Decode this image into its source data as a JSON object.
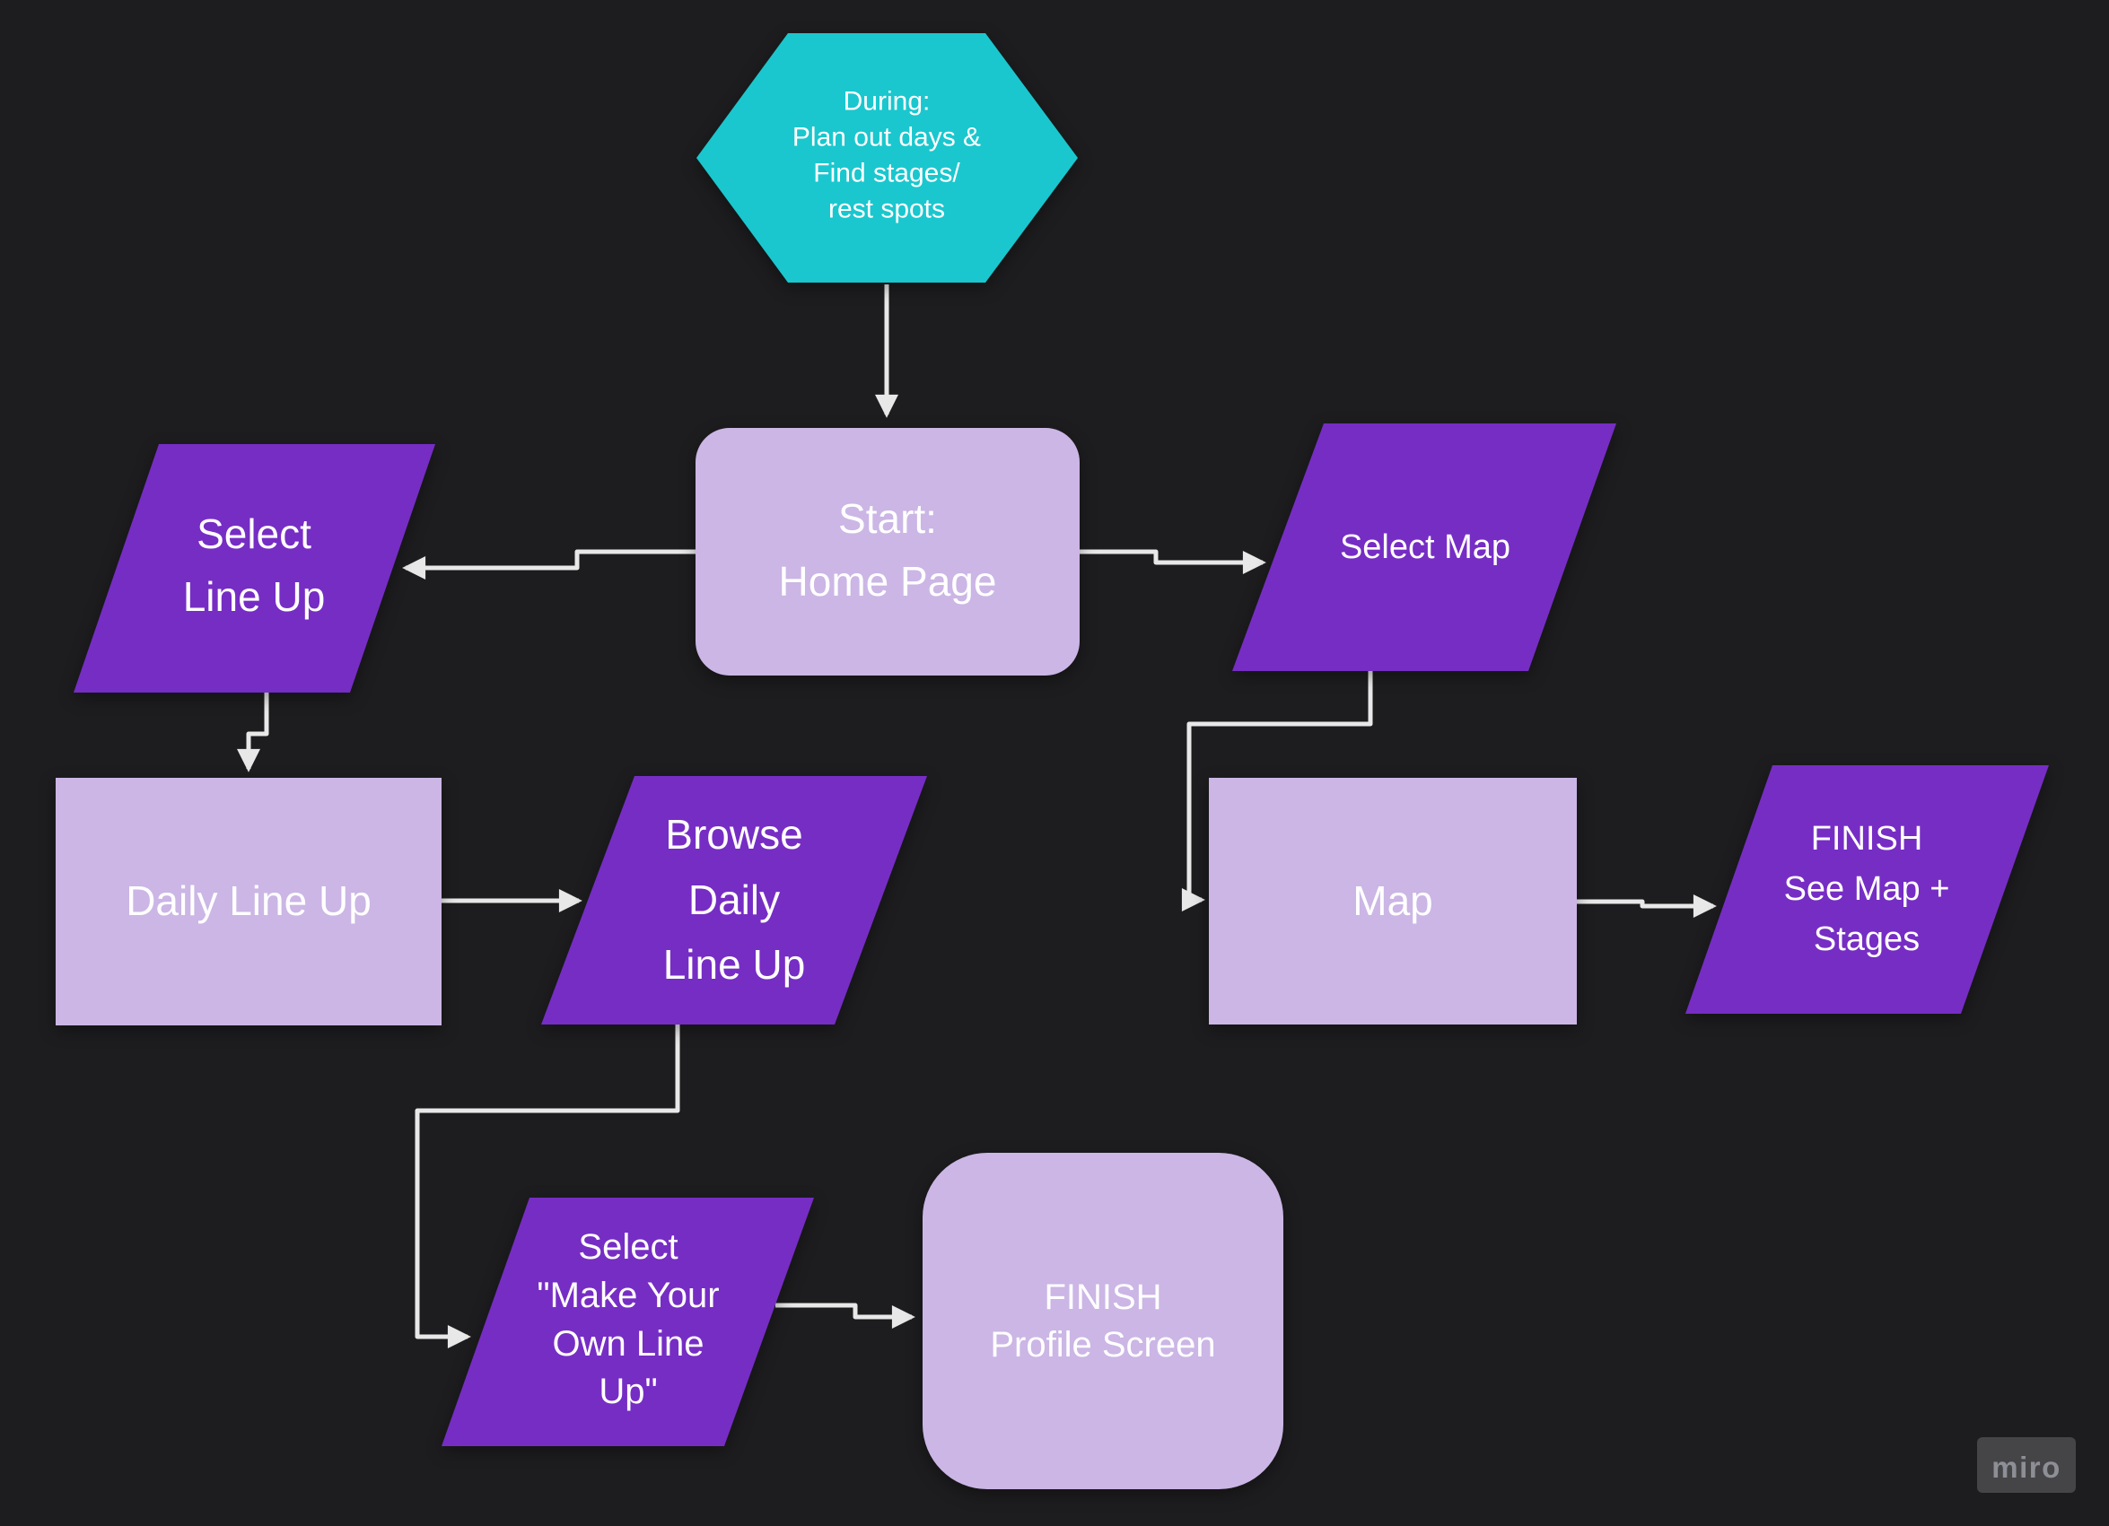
{
  "board": {
    "background": "#1D1D1F"
  },
  "colors": {
    "teal": "#1AC7CE",
    "purple": "#762DC4",
    "lavender": "#CBB6E5",
    "connector": "#E8E8E8",
    "text": "#FFFFFF",
    "watermark_bg": "#454548",
    "watermark_text": "#8E8E96"
  },
  "nodes": {
    "during": {
      "shape": "hexagon",
      "lines": [
        "During:",
        "Plan out days &",
        "Find stages/",
        "rest spots"
      ]
    },
    "start": {
      "shape": "rounded-rectangle",
      "lines": [
        "Start:",
        "Home Page"
      ]
    },
    "select_line_up": {
      "shape": "parallelogram",
      "lines": [
        "Select",
        "Line Up"
      ]
    },
    "select_map": {
      "shape": "parallelogram",
      "lines": [
        "Select Map"
      ]
    },
    "daily_line_up": {
      "shape": "rectangle",
      "lines": [
        "Daily Line Up"
      ]
    },
    "browse_daily_line_up": {
      "shape": "parallelogram",
      "lines": [
        "Browse",
        "Daily",
        "Line Up"
      ]
    },
    "map": {
      "shape": "rectangle",
      "lines": [
        "Map"
      ]
    },
    "finish_see_map_stages": {
      "shape": "parallelogram",
      "lines": [
        "FINISH",
        "See Map +",
        "Stages"
      ]
    },
    "select_make_your_own_line_up": {
      "shape": "parallelogram",
      "lines": [
        "Select",
        "\"Make Your",
        "Own Line",
        "Up\""
      ]
    },
    "finish_profile_screen": {
      "shape": "rounded-rectangle",
      "lines": [
        "FINISH",
        "Profile Screen"
      ]
    }
  },
  "edges": [
    {
      "from": "during",
      "to": "start"
    },
    {
      "from": "start",
      "to": "select_line_up"
    },
    {
      "from": "start",
      "to": "select_map"
    },
    {
      "from": "select_line_up",
      "to": "daily_line_up"
    },
    {
      "from": "daily_line_up",
      "to": "browse_daily_line_up"
    },
    {
      "from": "select_map",
      "to": "map"
    },
    {
      "from": "map",
      "to": "finish_see_map_stages"
    },
    {
      "from": "browse_daily_line_up",
      "to": "select_make_your_own_line_up"
    },
    {
      "from": "select_make_your_own_line_up",
      "to": "finish_profile_screen"
    }
  ],
  "watermark": {
    "label": "miro"
  }
}
